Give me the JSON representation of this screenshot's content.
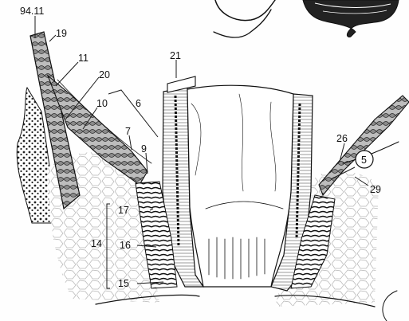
{
  "figure": {
    "page_ref": "94.11",
    "labels": {
      "l19": "19",
      "l11": "11",
      "l20": "20",
      "l10": "10",
      "l6": "6",
      "l7": "7",
      "l9": "9",
      "l21": "21",
      "l26": "26",
      "l5": "5",
      "l29": "29",
      "l17": "17",
      "l14": "14",
      "l16": "16",
      "l15": "15"
    }
  }
}
